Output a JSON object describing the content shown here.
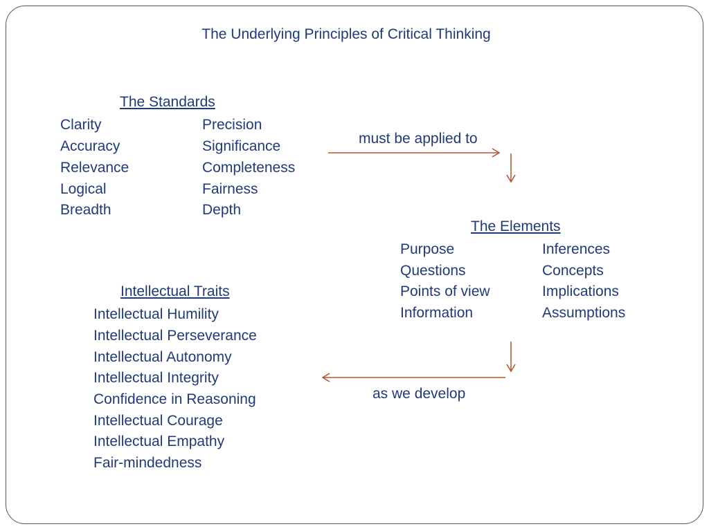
{
  "title": "The Underlying Principles of Critical Thinking",
  "standards": {
    "heading": "The Standards",
    "col1": [
      "Clarity",
      "Accuracy",
      "Relevance",
      "Logical",
      "Breadth"
    ],
    "col2": [
      "Precision",
      "Significance",
      "Completeness",
      "Fairness",
      "Depth"
    ]
  },
  "elements": {
    "heading": "The Elements",
    "col1": [
      "Purpose",
      "Questions",
      "Points of view",
      "Information"
    ],
    "col2": [
      "Inferences",
      "Concepts",
      "Implications",
      "Assumptions"
    ]
  },
  "traits": {
    "heading": "Intellectual Traits",
    "items": [
      "Intellectual Humility",
      "Intellectual Perseverance",
      "Intellectual Autonomy",
      "Intellectual Integrity",
      "Confidence in Reasoning",
      "Intellectual Courage",
      "Intellectual Empathy",
      "Fair-mindedness"
    ]
  },
  "connectors": {
    "applied_label": "must be applied to",
    "develop_label": "as we develop"
  },
  "colors": {
    "text": "#1f3a7a",
    "arrow": "#b5532a",
    "frame": "#555555"
  }
}
